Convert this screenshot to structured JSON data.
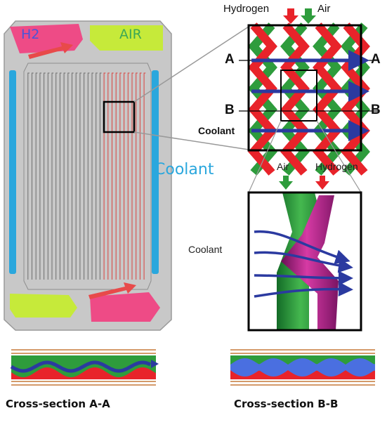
{
  "plate": {
    "h2_label": "H2",
    "air_label": "AIR",
    "coolant_label": "Coolant"
  },
  "top_detail": {
    "hydrogen_label": "Hydrogen",
    "air_label": "Air",
    "a_label": "A",
    "b_label": "B",
    "coolant_label": "Coolant"
  },
  "mid_detail": {
    "air_label": "Air",
    "hydrogen_label": "Hydrogen",
    "coolant_label": "Coolant"
  },
  "cross_sections": {
    "a_label": "Cross-section A-A",
    "b_label": "Cross-section B-B"
  },
  "colors": {
    "hydrogen": "#e8232a",
    "air": "#2e9c3c",
    "coolant": "#2b3aa0",
    "h2_manifold": "#ee4b86",
    "air_manifold": "#c6ea3a",
    "coolant_channel": "#2aa7dd",
    "plate_gray": "#c8c8c8"
  }
}
